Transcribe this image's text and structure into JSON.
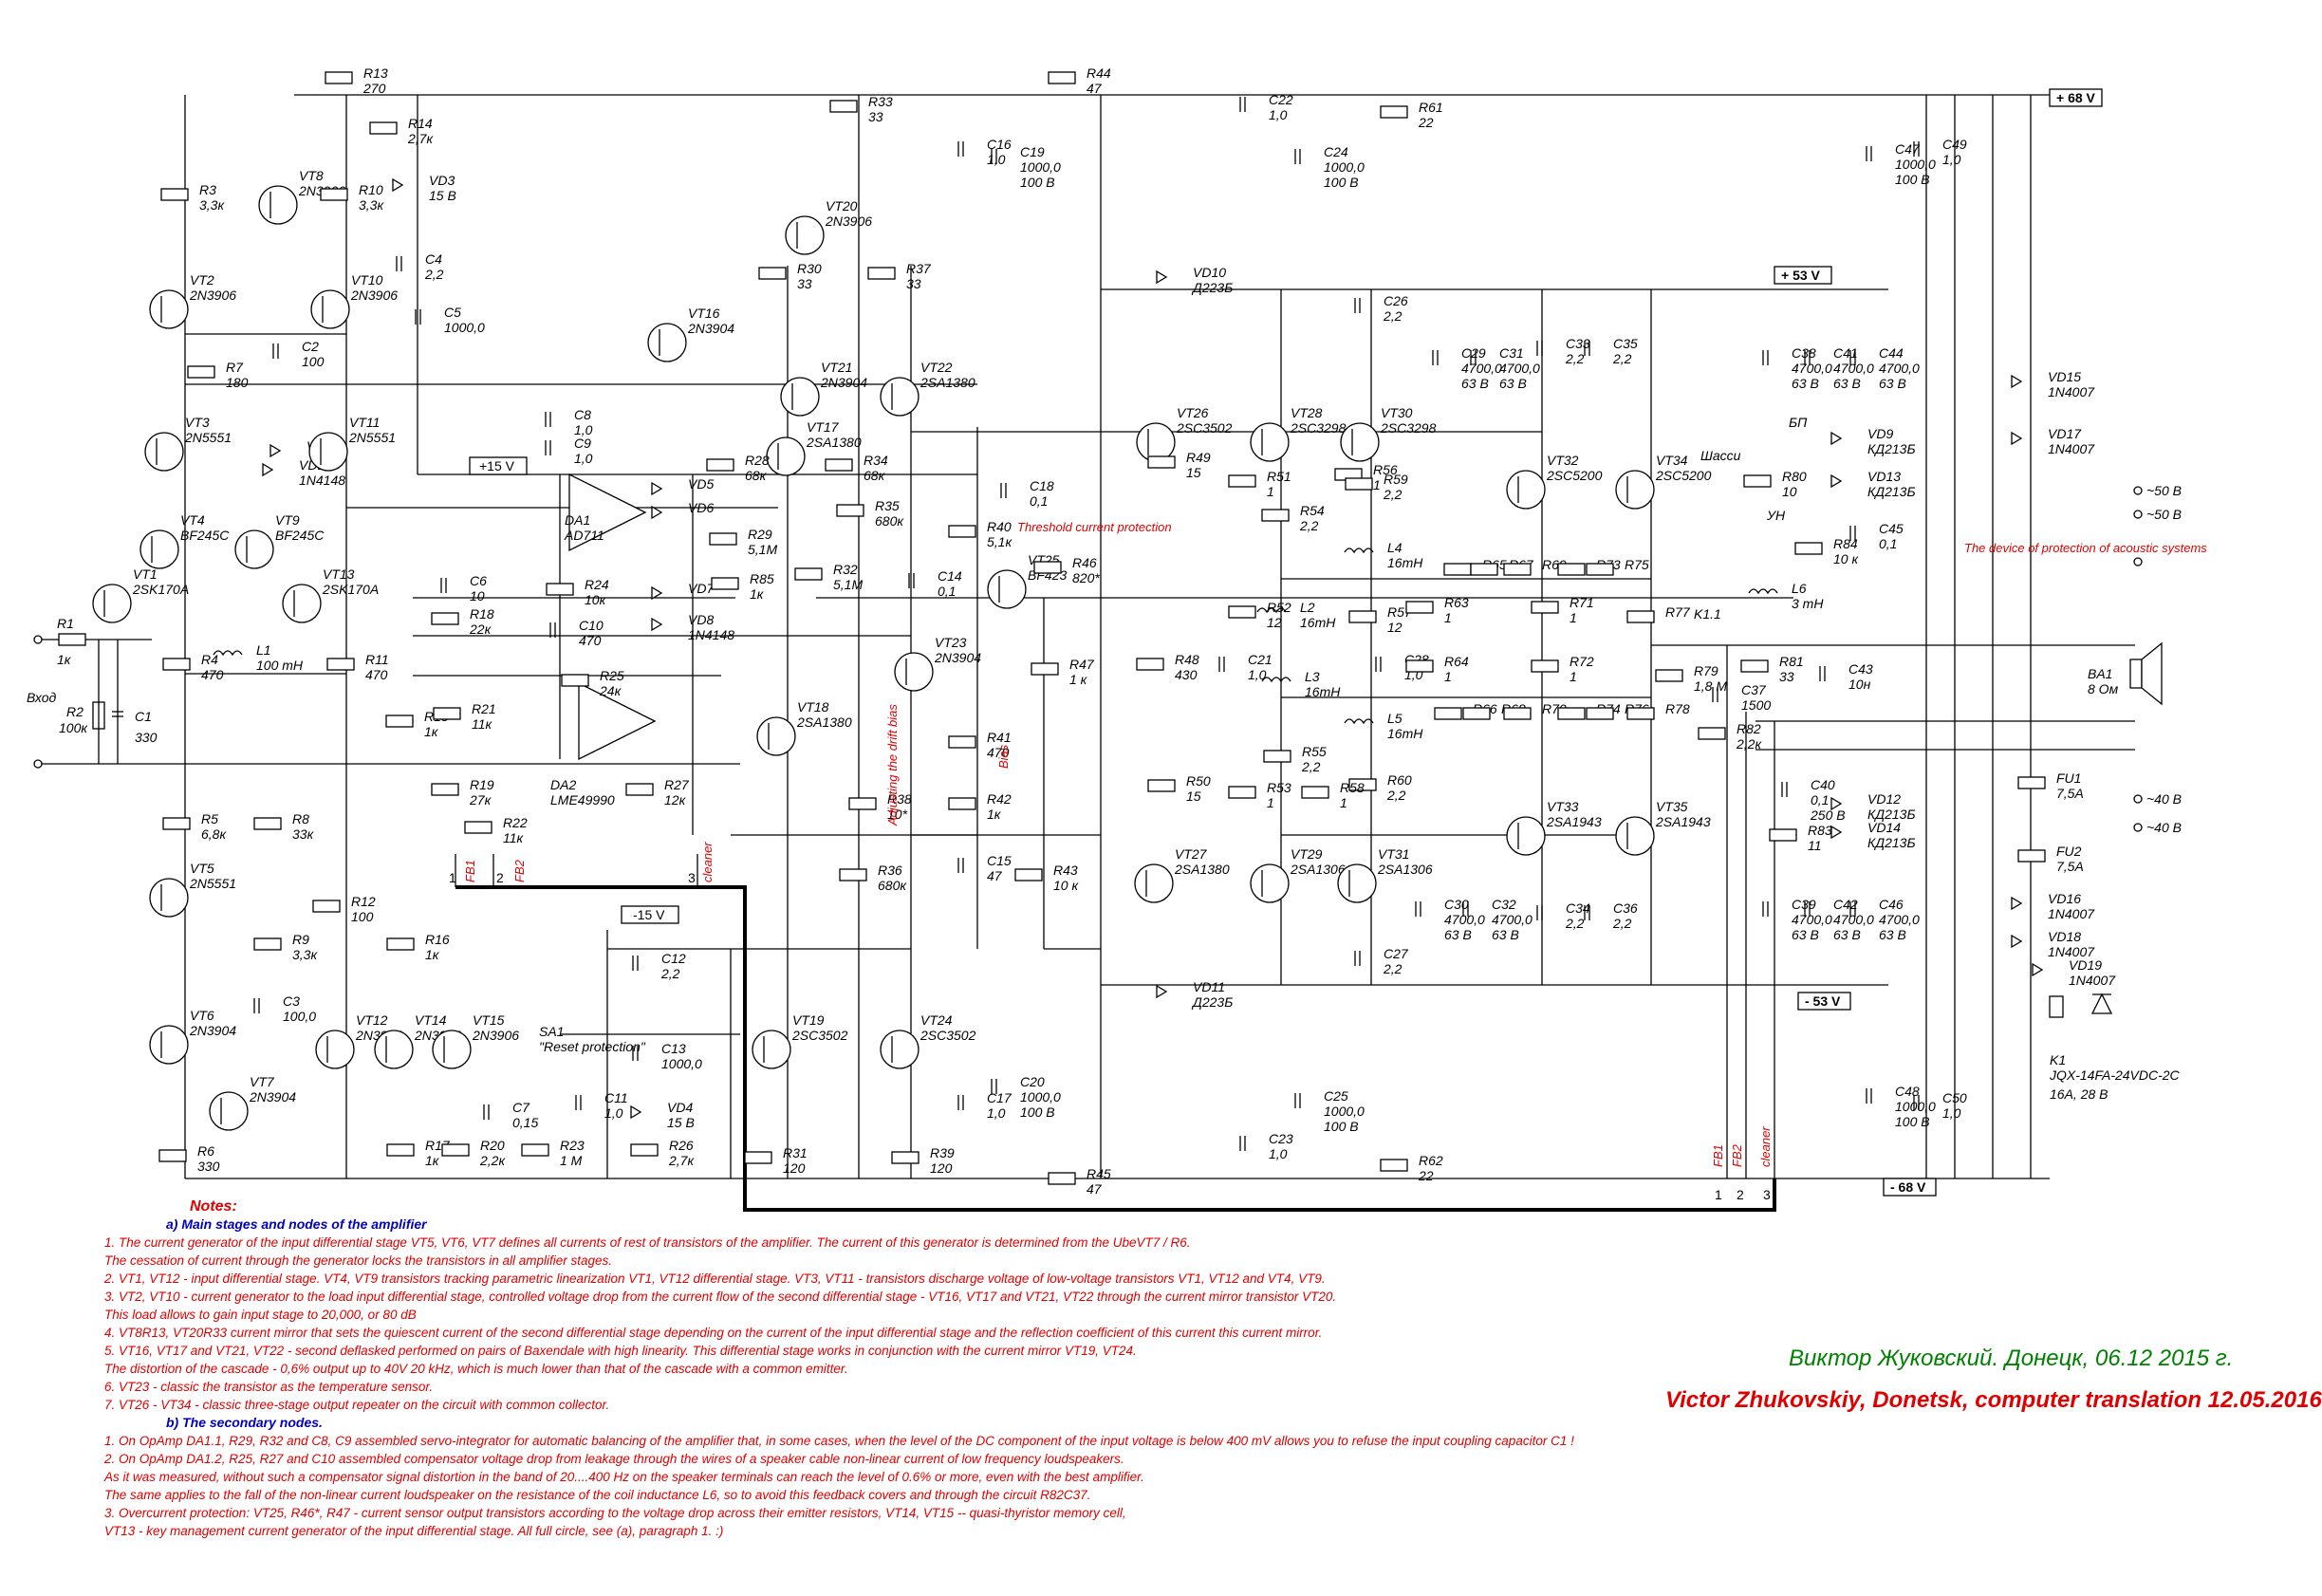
{
  "rails": {
    "pos68": "+ 68 V",
    "neg68": "- 68 V",
    "pos53": "+ 53 V",
    "neg53": "- 53 V",
    "pos15": "+15 V",
    "neg15": "-15 V"
  },
  "inputs": {
    "vhod": "Вход",
    "r1": "R1",
    "r1v": "1к",
    "r2": "R2",
    "r2v": "100к",
    "c1": "C1",
    "c1v": "330"
  },
  "components": [
    {
      "id": "r13",
      "name": "R13",
      "value": "270"
    },
    {
      "id": "r14",
      "name": "R14",
      "value": "2,7к"
    },
    {
      "id": "vt8",
      "name": "VT8",
      "value": "2N3906"
    },
    {
      "id": "r3",
      "name": "R3",
      "value": "3,3к"
    },
    {
      "id": "r10",
      "name": "R10",
      "value": "3,3к"
    },
    {
      "id": "vd3",
      "name": "VD3",
      "value": "15 B"
    },
    {
      "id": "vt2",
      "name": "VT2",
      "value": "2N3906"
    },
    {
      "id": "vt10",
      "name": "VT10",
      "value": "2N3906"
    },
    {
      "id": "c4",
      "name": "C4",
      "value": "2,2"
    },
    {
      "id": "c5",
      "name": "C5",
      "value": "1000,0"
    },
    {
      "id": "r7",
      "name": "R7",
      "value": "180"
    },
    {
      "id": "c2",
      "name": "C2",
      "value": "100"
    },
    {
      "id": "vd2",
      "name": "VD2",
      "value": ""
    },
    {
      "id": "vd1",
      "name": "VD1",
      "value": "1N4148"
    },
    {
      "id": "vt3",
      "name": "VT3",
      "value": "2N5551"
    },
    {
      "id": "vt11",
      "name": "VT11",
      "value": "2N5551"
    },
    {
      "id": "vt4",
      "name": "VT4",
      "value": "BF245C"
    },
    {
      "id": "vt9",
      "name": "VT9",
      "value": "BF245C"
    },
    {
      "id": "vt1",
      "name": "VT1",
      "value": "2SK170A"
    },
    {
      "id": "vt13",
      "name": "VT13",
      "value": "2SK170A"
    },
    {
      "id": "l1",
      "name": "L1",
      "value": "100 mH"
    },
    {
      "id": "r4",
      "name": "R4",
      "value": "470"
    },
    {
      "id": "r11",
      "name": "R11",
      "value": "470"
    },
    {
      "id": "r5",
      "name": "R5",
      "value": "6,8к"
    },
    {
      "id": "r8",
      "name": "R8",
      "value": "33к"
    },
    {
      "id": "vt5",
      "name": "VT5",
      "value": "2N5551"
    },
    {
      "id": "r12",
      "name": "R12",
      "value": "100"
    },
    {
      "id": "r9",
      "name": "R9",
      "value": "3,3к"
    },
    {
      "id": "c3",
      "name": "C3",
      "value": "100,0"
    },
    {
      "id": "r16",
      "name": "R16",
      "value": "1к"
    },
    {
      "id": "vt6",
      "name": "VT6",
      "value": "2N3904"
    },
    {
      "id": "vt7",
      "name": "VT7",
      "value": "2N3904"
    },
    {
      "id": "vt12",
      "name": "VT12",
      "value": "2N3904"
    },
    {
      "id": "vt14",
      "name": "VT14",
      "value": "2N3904"
    },
    {
      "id": "vt15",
      "name": "VT15",
      "value": "2N3906"
    },
    {
      "id": "r6",
      "name": "R6",
      "value": "330"
    },
    {
      "id": "r17",
      "name": "R17",
      "value": "1к"
    },
    {
      "id": "r20",
      "name": "R20",
      "value": "2,2к"
    },
    {
      "id": "c7",
      "name": "C7",
      "value": "0,15"
    },
    {
      "id": "sa1",
      "name": "SA1",
      "value": "\"Reset protection\""
    },
    {
      "id": "c11",
      "name": "C11",
      "value": "1,0"
    },
    {
      "id": "r23",
      "name": "R23",
      "value": "1 M"
    },
    {
      "id": "c12",
      "name": "C12",
      "value": "2,2"
    },
    {
      "id": "c13",
      "name": "C13",
      "value": "1000,0"
    },
    {
      "id": "vd4",
      "name": "VD4",
      "value": "15 B"
    },
    {
      "id": "r26",
      "name": "R26",
      "value": "2,7к"
    },
    {
      "id": "c8",
      "name": "C8",
      "value": "1,0"
    },
    {
      "id": "c9",
      "name": "C9",
      "value": "1,0"
    },
    {
      "id": "da1",
      "name": "DA1",
      "value": "AD711"
    },
    {
      "id": "r24",
      "name": "R24",
      "value": "10к"
    },
    {
      "id": "c6",
      "name": "C6",
      "value": "10"
    },
    {
      "id": "r18",
      "name": "R18",
      "value": "22к"
    },
    {
      "id": "c10",
      "name": "C10",
      "value": "470"
    },
    {
      "id": "r25",
      "name": "R25",
      "value": "24к"
    },
    {
      "id": "da2",
      "name": "DA2",
      "value": "LME49990"
    },
    {
      "id": "r15",
      "name": "R15",
      "value": "1к"
    },
    {
      "id": "r21",
      "name": "R21",
      "value": "11к"
    },
    {
      "id": "r19",
      "name": "R19",
      "value": "27к"
    },
    {
      "id": "r22",
      "name": "R22",
      "value": "11к"
    },
    {
      "id": "r27",
      "name": "R27",
      "value": "12к"
    },
    {
      "id": "vt16",
      "name": "VT16",
      "value": "2N3904"
    },
    {
      "id": "vt17",
      "name": "VT17",
      "value": "2SA1380"
    },
    {
      "id": "r28",
      "name": "R28",
      "value": "68к"
    },
    {
      "id": "vd5",
      "name": "VD5",
      "value": ""
    },
    {
      "id": "vd6",
      "name": "VD6",
      "value": ""
    },
    {
      "id": "r29",
      "name": "R29",
      "value": "5,1M"
    },
    {
      "id": "vd7",
      "name": "VD7",
      "value": ""
    },
    {
      "id": "r85",
      "name": "R85",
      "value": "1к"
    },
    {
      "id": "vd8",
      "name": "VD8",
      "value": "1N4148"
    },
    {
      "id": "vt18",
      "name": "VT18",
      "value": "2SA1380"
    },
    {
      "id": "r33",
      "name": "R33",
      "value": "33"
    },
    {
      "id": "vt20",
      "name": "VT20",
      "value": "2N3906"
    },
    {
      "id": "r30",
      "name": "R30",
      "value": "33"
    },
    {
      "id": "r37",
      "name": "R37",
      "value": "33"
    },
    {
      "id": "vt21",
      "name": "VT21",
      "value": "2N3904"
    },
    {
      "id": "vt22",
      "name": "VT22",
      "value": "2SA1380"
    },
    {
      "id": "r34",
      "name": "R34",
      "value": "68к"
    },
    {
      "id": "r35",
      "name": "R35",
      "value": "680к"
    },
    {
      "id": "r32",
      "name": "R32",
      "value": "5,1M"
    },
    {
      "id": "c14",
      "name": "C14",
      "value": "0,1"
    },
    {
      "id": "r40",
      "name": "R40",
      "value": "5,1к"
    },
    {
      "id": "c18",
      "name": "C18",
      "value": "0,1"
    },
    {
      "id": "vt23",
      "name": "VT23",
      "value": "2N3904"
    },
    {
      "id": "r41",
      "name": "R41",
      "value": "470"
    },
    {
      "id": "r38",
      "name": "R38",
      "value": "10*"
    },
    {
      "id": "r42",
      "name": "R42",
      "value": "1к"
    },
    {
      "id": "r36",
      "name": "R36",
      "value": "680к"
    },
    {
      "id": "c15",
      "name": "C15",
      "value": "47"
    },
    {
      "id": "vt19",
      "name": "VT19",
      "value": "2SC3502"
    },
    {
      "id": "vt24",
      "name": "VT24",
      "value": "2SC3502"
    },
    {
      "id": "r31",
      "name": "R31",
      "value": "120"
    },
    {
      "id": "r39",
      "name": "R39",
      "value": "120"
    },
    {
      "id": "c16",
      "name": "C16",
      "value": "1,0"
    },
    {
      "id": "c19",
      "name": "C19",
      "value": "1000,0 / 100 B"
    },
    {
      "id": "r44",
      "name": "R44",
      "value": "47"
    },
    {
      "id": "c17",
      "name": "C17",
      "value": "1,0"
    },
    {
      "id": "c20",
      "name": "C20",
      "value": "1000,0 / 100 B"
    },
    {
      "id": "r45",
      "name": "R45",
      "value": "47"
    },
    {
      "id": "vt25",
      "name": "VT25",
      "value": "BF423"
    },
    {
      "id": "r46",
      "name": "R46",
      "value": "820*"
    },
    {
      "id": "r47",
      "name": "R47",
      "value": "1 к"
    },
    {
      "id": "r43",
      "name": "R43",
      "value": "10 к"
    },
    {
      "id": "r48",
      "name": "R48",
      "value": "430"
    },
    {
      "id": "c21",
      "name": "C21",
      "value": "1,0"
    },
    {
      "id": "vd10",
      "name": "VD10",
      "value": "Д223Б"
    },
    {
      "id": "vd11",
      "name": "VD11",
      "value": "Д223Б"
    },
    {
      "id": "vt26",
      "name": "VT26",
      "value": "2SC3502"
    },
    {
      "id": "vt27",
      "name": "VT27",
      "value": "2SA1380"
    },
    {
      "id": "r49",
      "name": "R49",
      "value": "15"
    },
    {
      "id": "r50",
      "name": "R50",
      "value": "15"
    },
    {
      "id": "c22",
      "name": "C22",
      "value": "1,0"
    },
    {
      "id": "c24",
      "name": "C24",
      "value": "1000,0 / 100 B"
    },
    {
      "id": "r61",
      "name": "R61",
      "value": "22"
    },
    {
      "id": "c23",
      "name": "C23",
      "value": "1,0"
    },
    {
      "id": "c25",
      "name": "C25",
      "value": "1000,0 / 100 B"
    },
    {
      "id": "r62",
      "name": "R62",
      "value": "22"
    },
    {
      "id": "vt28",
      "name": "VT28",
      "value": "2SC3298"
    },
    {
      "id": "vt30",
      "name": "VT30",
      "value": "2SC3298"
    },
    {
      "id": "vt29",
      "name": "VT29",
      "value": "2SA1306"
    },
    {
      "id": "vt31",
      "name": "VT31",
      "value": "2SA1306"
    },
    {
      "id": "r51",
      "name": "R51",
      "value": "1"
    },
    {
      "id": "r56",
      "name": "R56",
      "value": "1"
    },
    {
      "id": "r59",
      "name": "R59",
      "value": "2,2"
    },
    {
      "id": "r54",
      "name": "R54",
      "value": "2,2"
    },
    {
      "id": "l4",
      "name": "L4",
      "value": "16mH"
    },
    {
      "id": "l2",
      "name": "L2",
      "value": "16mH"
    },
    {
      "id": "r52",
      "name": "R52",
      "value": "12"
    },
    {
      "id": "r57",
      "name": "R57",
      "value": "12"
    },
    {
      "id": "l3",
      "name": "L3",
      "value": "16mH"
    },
    {
      "id": "l5",
      "name": "L5",
      "value": "16mH"
    },
    {
      "id": "r55",
      "name": "R55",
      "value": "2,2"
    },
    {
      "id": "r60",
      "name": "R60",
      "value": "2,2"
    },
    {
      "id": "r53",
      "name": "R53",
      "value": "1"
    },
    {
      "id": "r58",
      "name": "R58",
      "value": "1"
    },
    {
      "id": "c26",
      "name": "C26",
      "value": "2,2"
    },
    {
      "id": "c29",
      "name": "C29",
      "value": "4700,0 / 63 B"
    },
    {
      "id": "c31",
      "name": "C31",
      "value": "4700,0 / 63 B"
    },
    {
      "id": "c28",
      "name": "C28",
      "value": "1,0"
    },
    {
      "id": "c27",
      "name": "C27",
      "value": "2,2"
    },
    {
      "id": "c30",
      "name": "C30",
      "value": "4700,0 / 63 B"
    },
    {
      "id": "c32",
      "name": "C32",
      "value": "4700,0 / 63 B"
    },
    {
      "id": "c33",
      "name": "C33",
      "value": "2,2"
    },
    {
      "id": "c35",
      "name": "C35",
      "value": "2,2"
    },
    {
      "id": "c34",
      "name": "C34",
      "value": "2,2"
    },
    {
      "id": "c36",
      "name": "C36",
      "value": "2,2"
    },
    {
      "id": "vt32",
      "name": "VT32",
      "value": "2SC5200"
    },
    {
      "id": "vt34",
      "name": "VT34",
      "value": "2SC5200"
    },
    {
      "id": "vt33",
      "name": "VT33",
      "value": "2SA1943"
    },
    {
      "id": "vt35",
      "name": "VT35",
      "value": "2SA1943"
    },
    {
      "id": "r63",
      "name": "R63",
      "value": "1"
    },
    {
      "id": "r64",
      "name": "R64",
      "value": "1"
    },
    {
      "id": "r71",
      "name": "R71",
      "value": "1"
    },
    {
      "id": "r72",
      "name": "R72",
      "value": "1"
    },
    {
      "id": "r79",
      "name": "R79",
      "value": "1,8 M"
    },
    {
      "id": "c37",
      "name": "C37",
      "value": "1500"
    },
    {
      "id": "r82",
      "name": "R82",
      "value": "2,2к"
    },
    {
      "id": "r81",
      "name": "R81",
      "value": "33"
    },
    {
      "id": "l6",
      "name": "L6",
      "value": "3 mH"
    },
    {
      "id": "r84",
      "name": "R84",
      "value": "10 к"
    },
    {
      "id": "c45",
      "name": "C45",
      "value": "0,1"
    },
    {
      "id": "c43",
      "name": "C43",
      "value": "10н"
    },
    {
      "id": "c40",
      "name": "C40",
      "value": "0,1 / 250 B"
    },
    {
      "id": "r83",
      "name": "R83",
      "value": "11"
    },
    {
      "id": "r80",
      "name": "R80",
      "value": "10"
    },
    {
      "id": "c38",
      "name": "C38",
      "value": "4700,0 / 63 B"
    },
    {
      "id": "c41",
      "name": "C41",
      "value": "4700,0 / 63 B"
    },
    {
      "id": "c44",
      "name": "C44",
      "value": "4700,0 / 63 B"
    },
    {
      "id": "c39",
      "name": "C39",
      "value": "4700,0 / 63 B"
    },
    {
      "id": "c42",
      "name": "C42",
      "value": "4700,0 / 63 B"
    },
    {
      "id": "c46",
      "name": "C46",
      "value": "4700,0 / 63 B"
    },
    {
      "id": "c47",
      "name": "C47",
      "value": "1000,0 / 100 B"
    },
    {
      "id": "c49",
      "name": "C49",
      "value": "1,0"
    },
    {
      "id": "c48",
      "name": "C48",
      "value": "1000,0 / 100 B"
    },
    {
      "id": "c50",
      "name": "C50",
      "value": "1,0"
    },
    {
      "id": "vd9",
      "name": "VD9",
      "value": "КД213Б"
    },
    {
      "id": "vd13",
      "name": "VD13",
      "value": "КД213Б"
    },
    {
      "id": "vd12",
      "name": "VD12",
      "value": "КД213Б"
    },
    {
      "id": "vd14",
      "name": "VD14",
      "value": "КД213Б"
    },
    {
      "id": "vd15",
      "name": "VD15",
      "value": "1N4007"
    },
    {
      "id": "vd17",
      "name": "VD17",
      "value": "1N4007"
    },
    {
      "id": "vd16",
      "name": "VD16",
      "value": "1N4007"
    },
    {
      "id": "vd18",
      "name": "VD18",
      "value": "1N4007"
    },
    {
      "id": "fu1",
      "name": "FU1",
      "value": "7,5A"
    },
    {
      "id": "fu2",
      "name": "FU2",
      "value": "7,5A"
    },
    {
      "id": "ba1",
      "name": "BA1",
      "value": "8 Ом"
    },
    {
      "id": "vd19",
      "name": "VD19",
      "value": "1N4007"
    },
    {
      "id": "k1",
      "name": "K1",
      "value": "JQX-14FA-24VDC-2C"
    },
    {
      "id": "k1r",
      "name": "",
      "value": "16A, 28 B"
    },
    {
      "id": "k11",
      "name": "K1.1",
      "value": ""
    },
    {
      "id": "r65",
      "name": "R65",
      "value": ""
    },
    {
      "id": "r66",
      "name": "R66",
      "value": ""
    },
    {
      "id": "r67",
      "name": "R67",
      "value": ""
    },
    {
      "id": "r68",
      "name": "R68",
      "value": ""
    },
    {
      "id": "r69",
      "name": "R69",
      "value": ""
    },
    {
      "id": "r70",
      "name": "R70",
      "value": ""
    },
    {
      "id": "r73",
      "name": "R73",
      "value": ""
    },
    {
      "id": "r74",
      "name": "R74",
      "value": ""
    },
    {
      "id": "r75",
      "name": "R75",
      "value": ""
    },
    {
      "id": "r76",
      "name": "R76",
      "value": ""
    },
    {
      "id": "r77",
      "name": "R77",
      "value": ""
    },
    {
      "id": "r78",
      "name": "R78",
      "value": ""
    }
  ],
  "terminals": {
    "ac50a": "~50 B",
    "ac50b": "~50 B",
    "ac40a": "~40 B",
    "ac40b": "~40 B",
    "chassis": "Шасси",
    "bp": "БП",
    "un": "УН"
  },
  "fb": {
    "fb1": "FB1",
    "fb2": "FB2",
    "cleaner": "cleaner",
    "n1": "1",
    "n2": "2",
    "n3": "3"
  },
  "annotations": {
    "threshold": "Threshold current protection",
    "drift": "Adjusting the drift bias",
    "bias": "Bias",
    "acoustic": "The device of protection of acoustic systems"
  },
  "notes": {
    "title": "Notes:",
    "sec_a": "a) Main stages and nodes of the amplifier",
    "a": [
      "1. The current generator of the input differential stage VT5, VT6, VT7 defines all currents of rest of transistors of the amplifier. The current of this generator is determined from the UbeVT7 / R6.",
      "   The cessation of current through the generator locks the transistors in all amplifier stages.",
      "2. VT1, VT12 - input differential stage. VT4, VT9 transistors tracking parametric linearization VT1, VT12 differential stage. VT3, VT11 - transistors discharge voltage of low-voltage transistors VT1, VT12 and VT4, VT9.",
      "3. VT2, VT10 - current generator to the load input differential stage, controlled voltage drop from the current flow of the second differential stage - VT16, VT17 and VT21, VT22 through the current mirror transistor VT20.",
      "   This load allows to gain input stage to 20,000, or 80 dB",
      "4. VT8R13, VT20R33 current mirror that sets the quiescent current of the second differential stage depending on the current of the input differential stage and the reflection coefficient of this current this current mirror.",
      "5. VT16, VT17 and VT21, VT22 - second deflasked performed on pairs of Baxendale with high linearity. This differential stage works in conjunction with the current mirror VT19, VT24.",
      "   The distortion of the cascade - 0,6% output up to 40V 20 kHz, which is much lower than that of the cascade with a common emitter.",
      "6. VT23 - classic the transistor as the temperature sensor.",
      "7. VT26 - VT34 - classic three-stage output repeater on the circuit with common collector."
    ],
    "sec_b": "b) The secondary nodes.",
    "b": [
      "1. On OpAmp DA1.1, R29, R32 and C8, C9 assembled servo-integrator for automatic balancing of the amplifier that, in some cases, when the level of the DC component of the input voltage is below 400 mV allows you to refuse the input coupling capacitor C1 !",
      "2. On OpAmp DA1.2, R25, R27 and C10 assembled compensator voltage drop from leakage through the wires of a speaker cable non-linear current of low frequency loudspeakers.",
      "   As it was measured, without such a compensator signal distortion in the band of 20....400 Hz on the speaker terminals can reach the level of 0.6% or more, even with the best amplifier.",
      "   The same applies to the fall of the non-linear current loudspeaker on the resistance of the coil inductance L6, so to avoid this feedback covers and through the circuit R82C37.",
      "3. Overcurrent protection: VT25, R46*, R47 - current sensor output transistors according to the voltage drop across their emitter resistors, VT14, VT15 -- quasi-thyristor memory cell,",
      "   VT13 - key management current generator of the input differential stage. All full circle, see (a), paragraph 1. :)"
    ]
  },
  "signature": {
    "ru": "Виктор Жуковский. Донецк, 06.12 2015 г.",
    "en": "Victor Zhukovskiy, Donetsk, computer translation 12.05.2016"
  },
  "colors": {
    "wire": "#000000",
    "red_text": "#e00000",
    "blue_text": "#0000c0",
    "green_text": "#008000"
  }
}
